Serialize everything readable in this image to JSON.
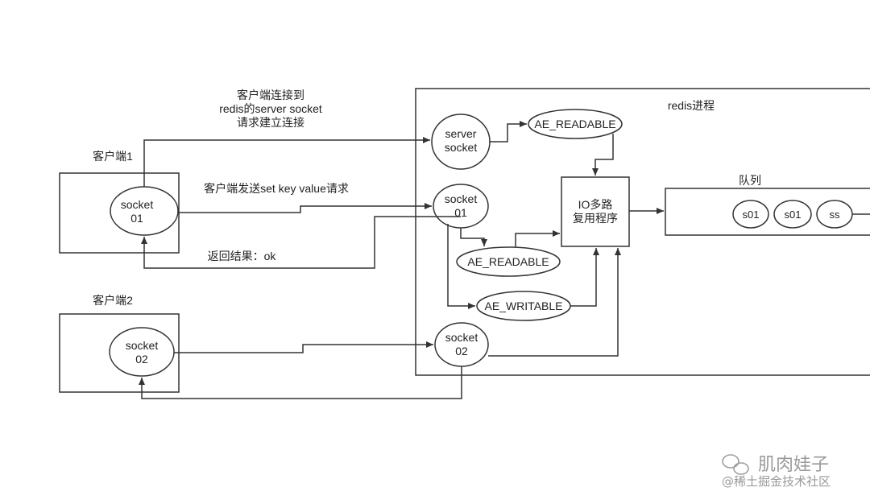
{
  "diagram": {
    "redis_process_label": "redis进程",
    "client1": {
      "label": "客户端1",
      "socket_line1": "socket",
      "socket_line2": "01"
    },
    "client2": {
      "label": "客户端2",
      "socket_line1": "socket",
      "socket_line2": "02"
    },
    "server_socket": {
      "line1": "server",
      "line2": "socket"
    },
    "socket01": {
      "line1": "socket",
      "line2": "01"
    },
    "socket02": {
      "line1": "socket",
      "line2": "02"
    },
    "ae_readable_top": "AE_READABLE",
    "ae_readable_mid": "AE_READABLE",
    "ae_writable": "AE_WRITABLE",
    "io_multiplexer": {
      "line1": "IO多路",
      "line2": "复用程序"
    },
    "queue": {
      "label": "队列",
      "items": [
        "s01",
        "s01",
        "ss"
      ]
    },
    "edges": {
      "connect_line1": "客户端连接到",
      "connect_line2": "redis的server socket",
      "connect_line3": "请求建立连接",
      "send_command": "客户端发送set key value请求",
      "return_result": "返回结果：ok"
    }
  },
  "watermark": {
    "line1": "肌肉娃子",
    "line2": "@稀土掘金技术社区"
  },
  "colors": {
    "stroke": "#333333",
    "text": "#222222",
    "background": "#ffffff",
    "watermark": "#9a9a9a"
  }
}
